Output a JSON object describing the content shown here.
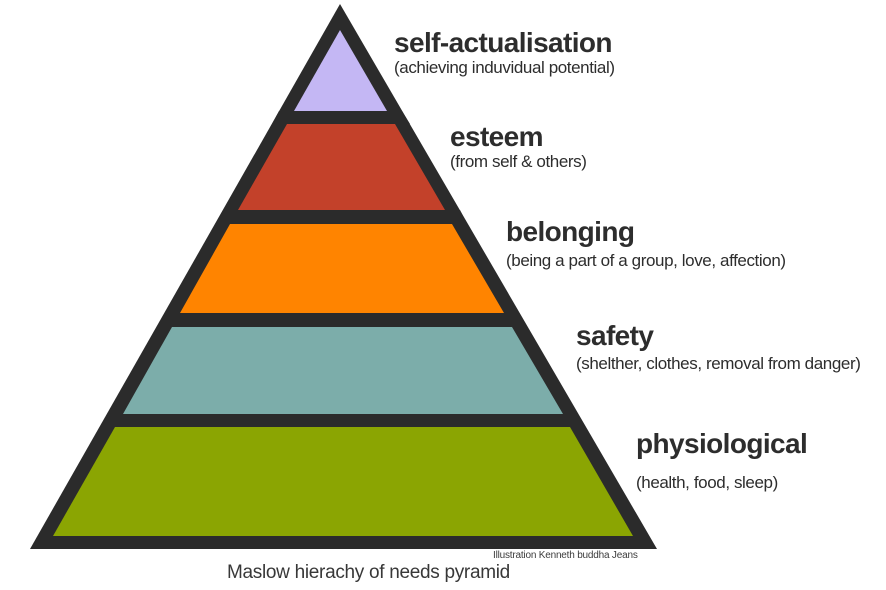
{
  "figure": {
    "caption": "Maslow hierachy of needs pyramid",
    "credit": "Illustration Kenneth buddha Jeans"
  },
  "colors": {
    "outline": "#2b2b2b",
    "background": "#ffffff",
    "text": "#2d2d2d"
  },
  "levels": [
    {
      "name": "self-actualisation",
      "description": "(achieving induvidual potential)",
      "color": "#c4b7f4"
    },
    {
      "name": "esteem",
      "description": "(from self & others)",
      "color": "#c3412a"
    },
    {
      "name": "belonging",
      "description": "(being a part of a group, love, affection)",
      "color": "#ff8400"
    },
    {
      "name": "safety",
      "description": "(shelther, clothes, removal from danger)",
      "color": "#7cadaa"
    },
    {
      "name": "physiological",
      "description": "(health, food, sleep)",
      "color": "#8ba502"
    }
  ]
}
